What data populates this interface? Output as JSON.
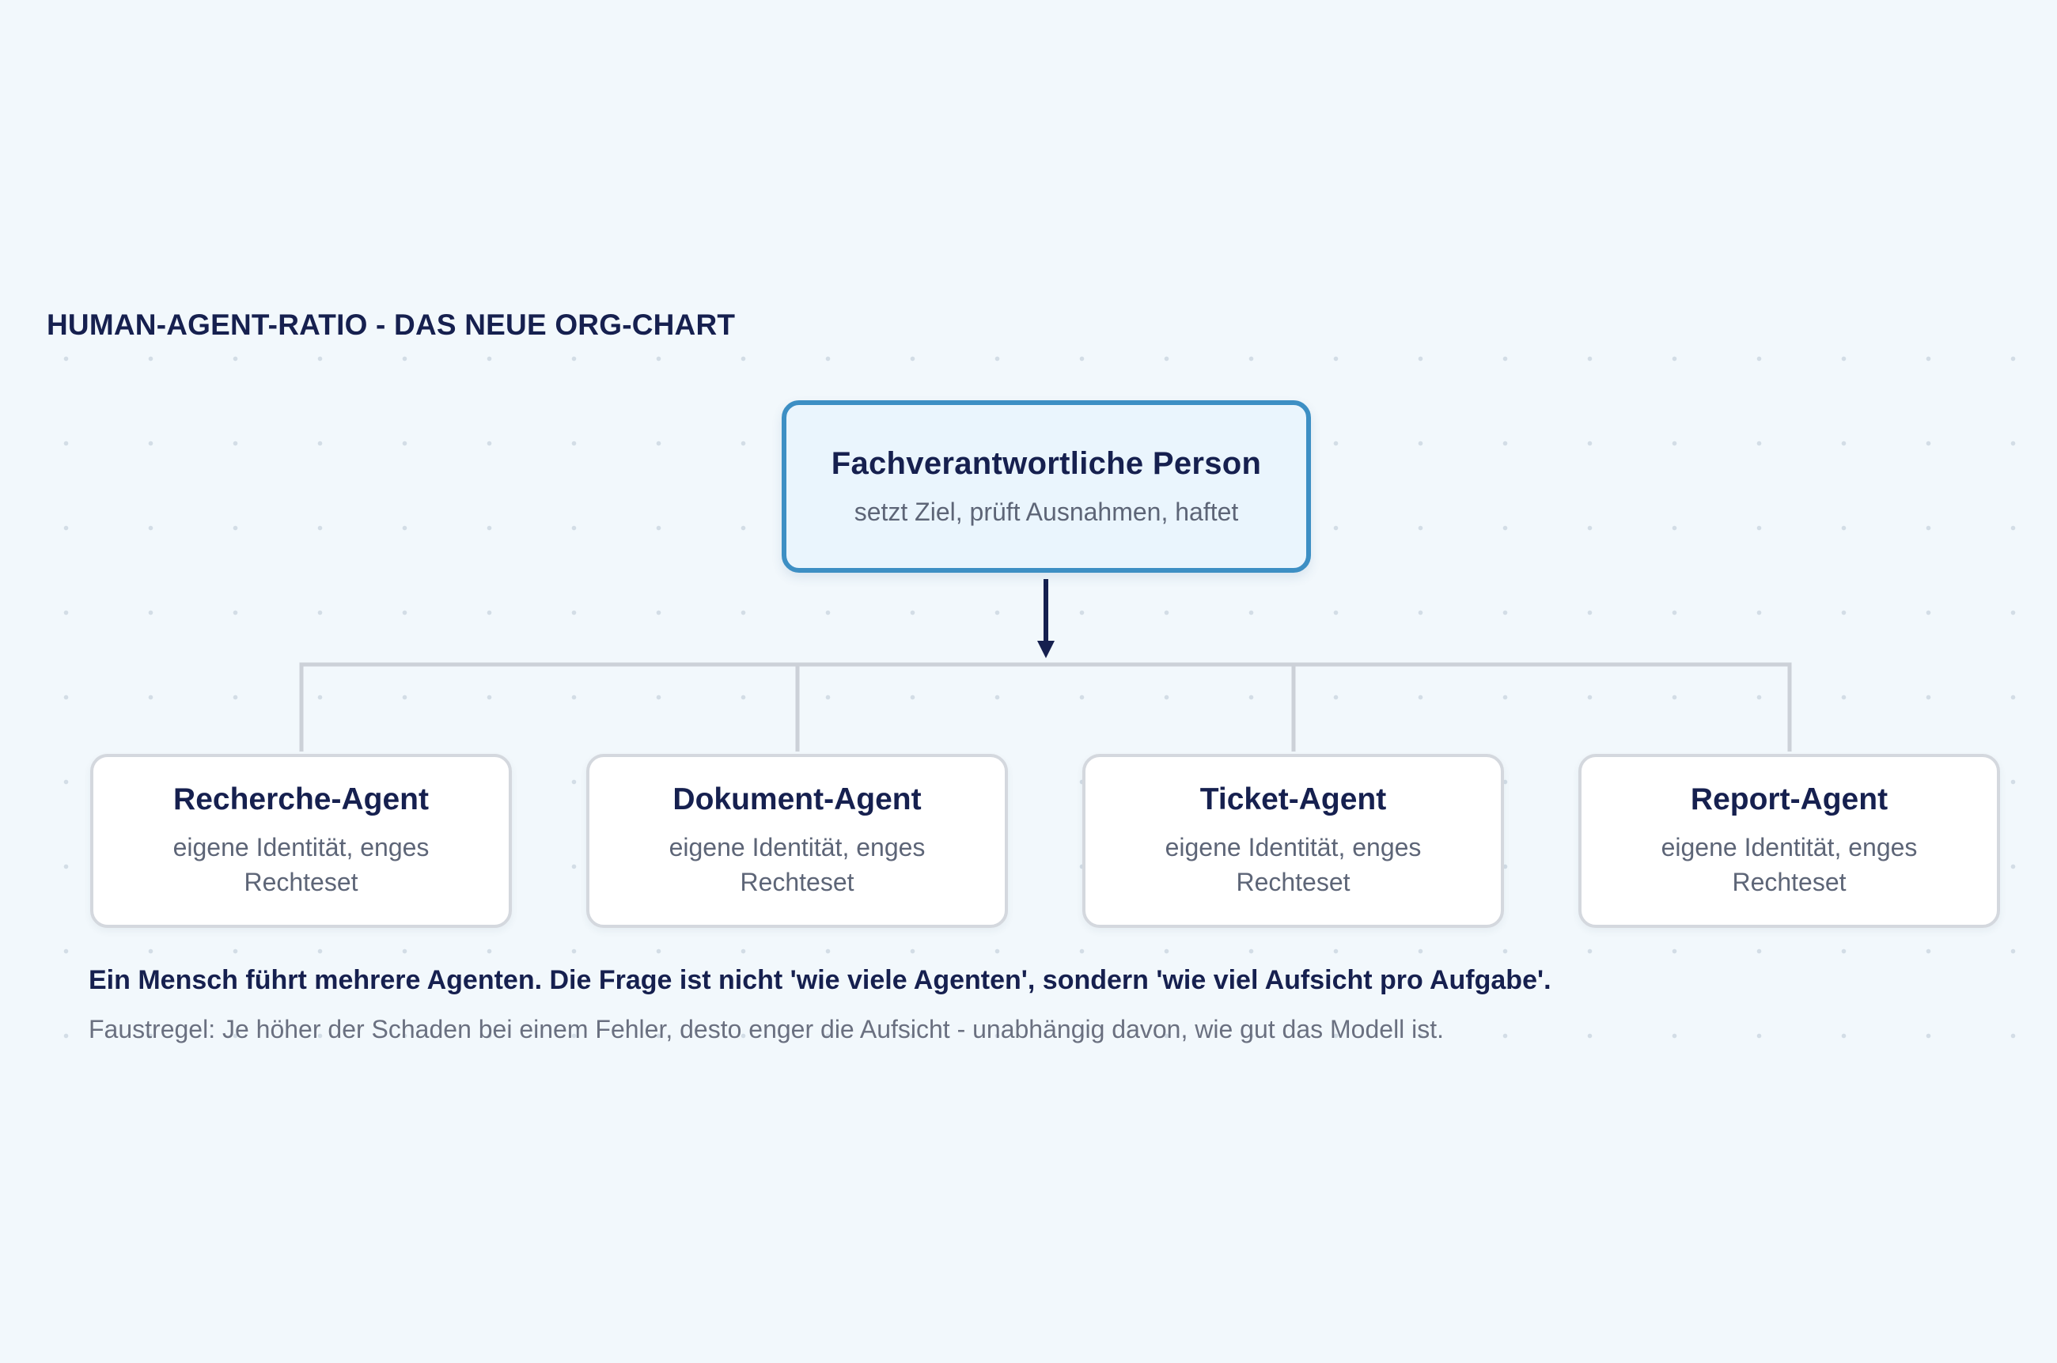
{
  "title": "HUMAN-AGENT-RATIO - DAS NEUE ORG-CHART",
  "root": {
    "title": "Fachverantwortliche Person",
    "subtitle": "setzt Ziel, prüft Ausnahmen, haftet"
  },
  "agents": [
    {
      "title": "Recherche-Agent",
      "subtitle": "eigene Identität, enges Rechteset"
    },
    {
      "title": "Dokument-Agent",
      "subtitle": "eigene Identität, enges Rechteset"
    },
    {
      "title": "Ticket-Agent",
      "subtitle": "eigene Identität, enges Rechteset"
    },
    {
      "title": "Report-Agent",
      "subtitle": "eigene Identität, enges Rechteset"
    }
  ],
  "caption": "Ein Mensch führt mehrere Agenten. Die Frage ist nicht 'wie viele Agenten', sondern 'wie viel Aufsicht pro Aufgabe'.",
  "rule": "Faustregel: Je höher der Schaden bei einem Fehler, desto enger die Aufsicht - unabhängig davon, wie gut das Modell ist.",
  "colors": {
    "background": "#f2f8fc",
    "root_border": "#3d8fc4",
    "root_fill": "#eaf5fd",
    "text_dark": "#16204f",
    "text_muted": "#5d6577",
    "connector": "#ccd1d8",
    "arrow": "#16204f"
  }
}
